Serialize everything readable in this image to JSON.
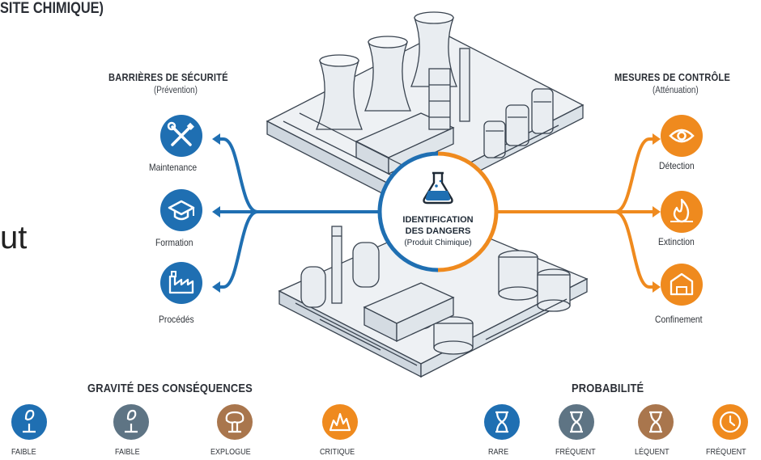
{
  "top_title": "SITE CHIMIQUE)",
  "side_text": "ut",
  "left_panel": {
    "title": "BARRIÈRES DE SÉCURITÉ",
    "subtitle": "(Prévention)",
    "items": [
      {
        "label": "Maintenance",
        "icon": "wrench-screwdriver-icon"
      },
      {
        "label": "Formation",
        "icon": "graduation-cap-icon"
      },
      {
        "label": "Procédés",
        "icon": "factory-process-icon"
      }
    ]
  },
  "right_panel": {
    "title": "MESURES DE CONTRÔLE",
    "subtitle": "(Atténuation)",
    "items": [
      {
        "label": "Détection",
        "icon": "eye-icon"
      },
      {
        "label": "Extinction",
        "icon": "flame-icon"
      },
      {
        "label": "Confinement",
        "icon": "containment-icon"
      }
    ]
  },
  "center": {
    "line1": "IDENTIFICATION",
    "line2": "DES DANGERS",
    "line3": "(Produit Chimique)",
    "icon": "flask-icon"
  },
  "severity": {
    "title": "GRAVITÉ DES CONSÉQUENCES",
    "levels": [
      "FAIBLE",
      "FAIBLE",
      "EXPLOGUE",
      "CRITIQUE"
    ]
  },
  "probability": {
    "title": "PROBABILITÉ",
    "levels": [
      "RARE",
      "FRÉQUENT",
      "LÉQUENT",
      "FRÉQUENT"
    ]
  },
  "colors": {
    "blue": "#1f6fb2",
    "orange": "#ef8a1e",
    "slate": "#5e7484",
    "bronze": "#a9764d",
    "plant": "#e9edf1",
    "outline": "#3a4450"
  }
}
